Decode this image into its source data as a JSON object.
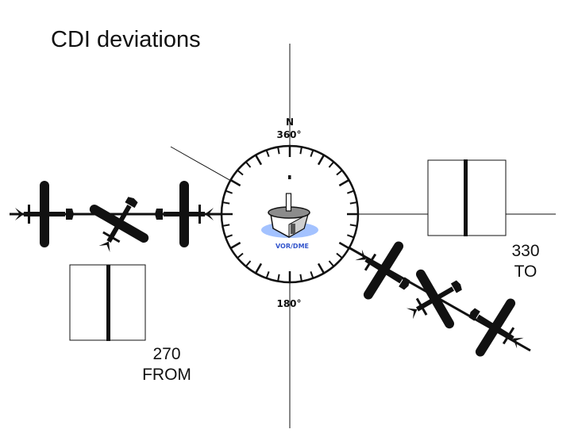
{
  "title": "CDI deviations",
  "compass": {
    "north_letter": "N",
    "north_heading": "360°",
    "south_heading": "180°",
    "station_label": "VOR/DME"
  },
  "indicators": [
    {
      "id": "from",
      "radial": "270",
      "flag": "FROM",
      "needle_deviation": "centered"
    },
    {
      "id": "to",
      "radial": "330",
      "flag": "TO",
      "needle_deviation": "centered"
    }
  ],
  "colors": {
    "ink": "#111111",
    "station_glow": "#99bbff",
    "station_text": "#3355cc"
  },
  "icons": {
    "aircraft": "airplane-silhouette-icon",
    "station": "vor-dme-station-icon"
  }
}
